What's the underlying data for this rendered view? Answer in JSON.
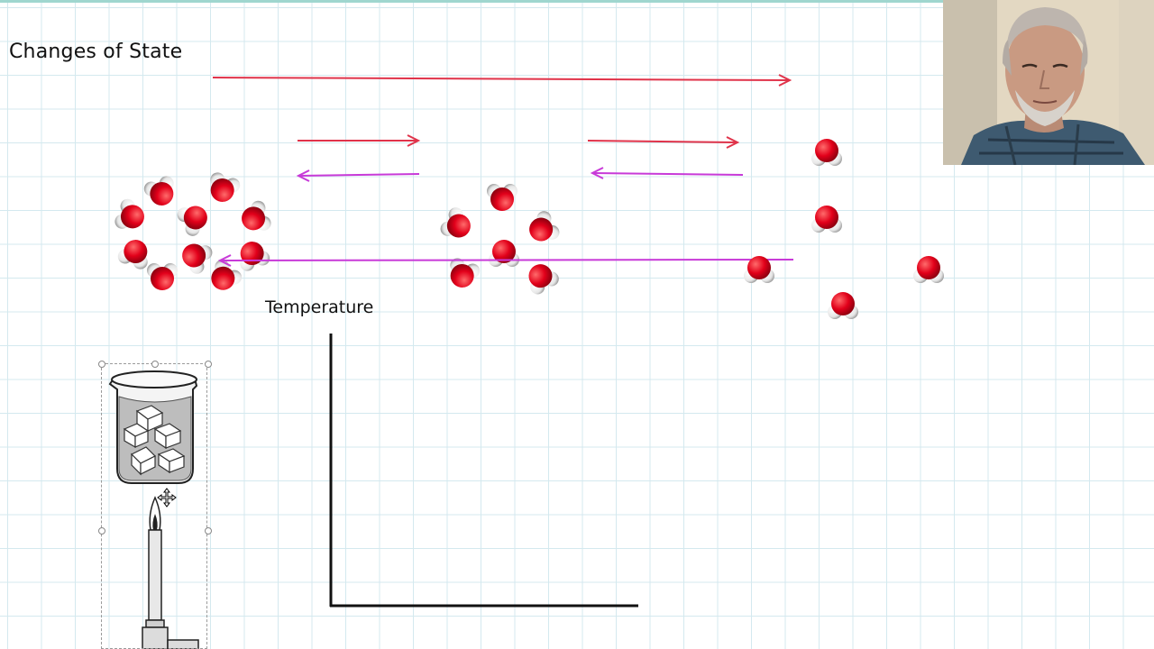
{
  "slide": {
    "title": "Changes of State",
    "graph_y_label": "Temperature"
  },
  "colors": {
    "grid": "#d4e9ef",
    "forward_arrow": "#e0334a",
    "reverse_arrow": "#c83ad8",
    "oxygen": "#e2001a",
    "hydrogen": "#f2f2f2"
  },
  "icons": {
    "beaker": "beaker-with-ice-icon",
    "burner": "bunsen-burner-icon",
    "cursor": "move-cursor-icon"
  },
  "webcam": {
    "description": "presenter-video"
  }
}
